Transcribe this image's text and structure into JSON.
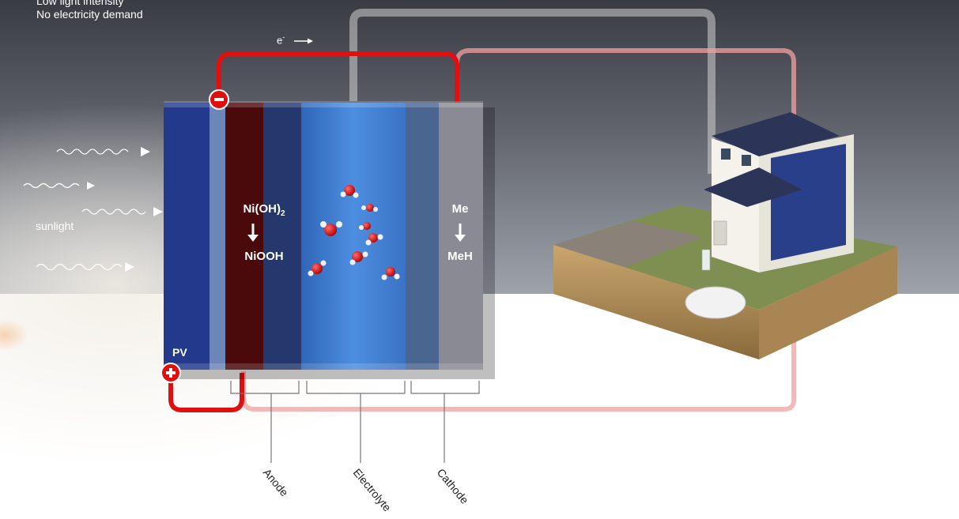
{
  "status": {
    "line1": "Low light intensity",
    "line2": "No electricity demand"
  },
  "sunlight": {
    "label": "sunlight"
  },
  "electron": {
    "label": "e",
    "superscript": "-"
  },
  "cell": {
    "pv_label": "PV",
    "anode_reaction": {
      "from": "Ni(OH)",
      "from_sub": "2",
      "to": "NiOOH"
    },
    "cathode_reaction": {
      "from": "Me",
      "to": "MeH"
    },
    "components": {
      "anode": "Anode",
      "electrolyte": "Electrolyte",
      "cathode": "Cathode"
    }
  },
  "colors": {
    "circuit_active": "#e01010",
    "circuit_faded": "#f0a8a8",
    "circuit_inactive": "#c8c8c8",
    "pv": "#233a8c",
    "anode": "#4a0a0c",
    "electrolyte": "#3f7fd6",
    "cathode": "#8a8a94"
  }
}
